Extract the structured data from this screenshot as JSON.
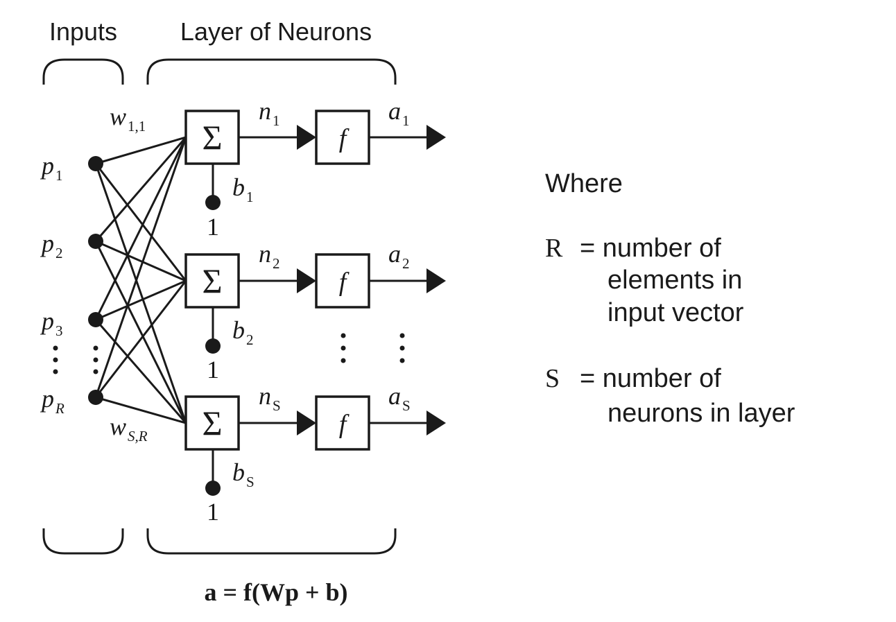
{
  "headers": {
    "inputs": "Inputs",
    "layer": "Layer of Neurons"
  },
  "inputs": [
    {
      "name": "p",
      "sub": "1"
    },
    {
      "name": "p",
      "sub": "2"
    },
    {
      "name": "p",
      "sub": "3"
    },
    {
      "name": "p",
      "sub": "R"
    }
  ],
  "weights": {
    "top": {
      "name": "w",
      "sub": "1,1"
    },
    "bottom": {
      "name": "w",
      "sub": "S,R"
    }
  },
  "neurons": [
    {
      "sum": "Σ",
      "n": "n",
      "n_sub": "1",
      "f": "f",
      "a": "a",
      "a_sub": "1",
      "b": "b",
      "b_sub": "1",
      "bias_input": "1"
    },
    {
      "sum": "Σ",
      "n": "n",
      "n_sub": "2",
      "f": "f",
      "a": "a",
      "a_sub": "2",
      "b": "b",
      "b_sub": "2",
      "bias_input": "1"
    },
    {
      "sum": "Σ",
      "n": "n",
      "n_sub": "S",
      "f": "f",
      "a": "a",
      "a_sub": "S",
      "b": "b",
      "b_sub": "S",
      "bias_input": "1"
    }
  ],
  "equation": "a = f(Wp + b)",
  "legend": {
    "title": "Where",
    "r_symbol": "R",
    "r_lines": [
      "= number of",
      "elements in",
      "input vector"
    ],
    "s_symbol": "S",
    "s_lines": [
      "= number of",
      "neurons in layer"
    ]
  }
}
